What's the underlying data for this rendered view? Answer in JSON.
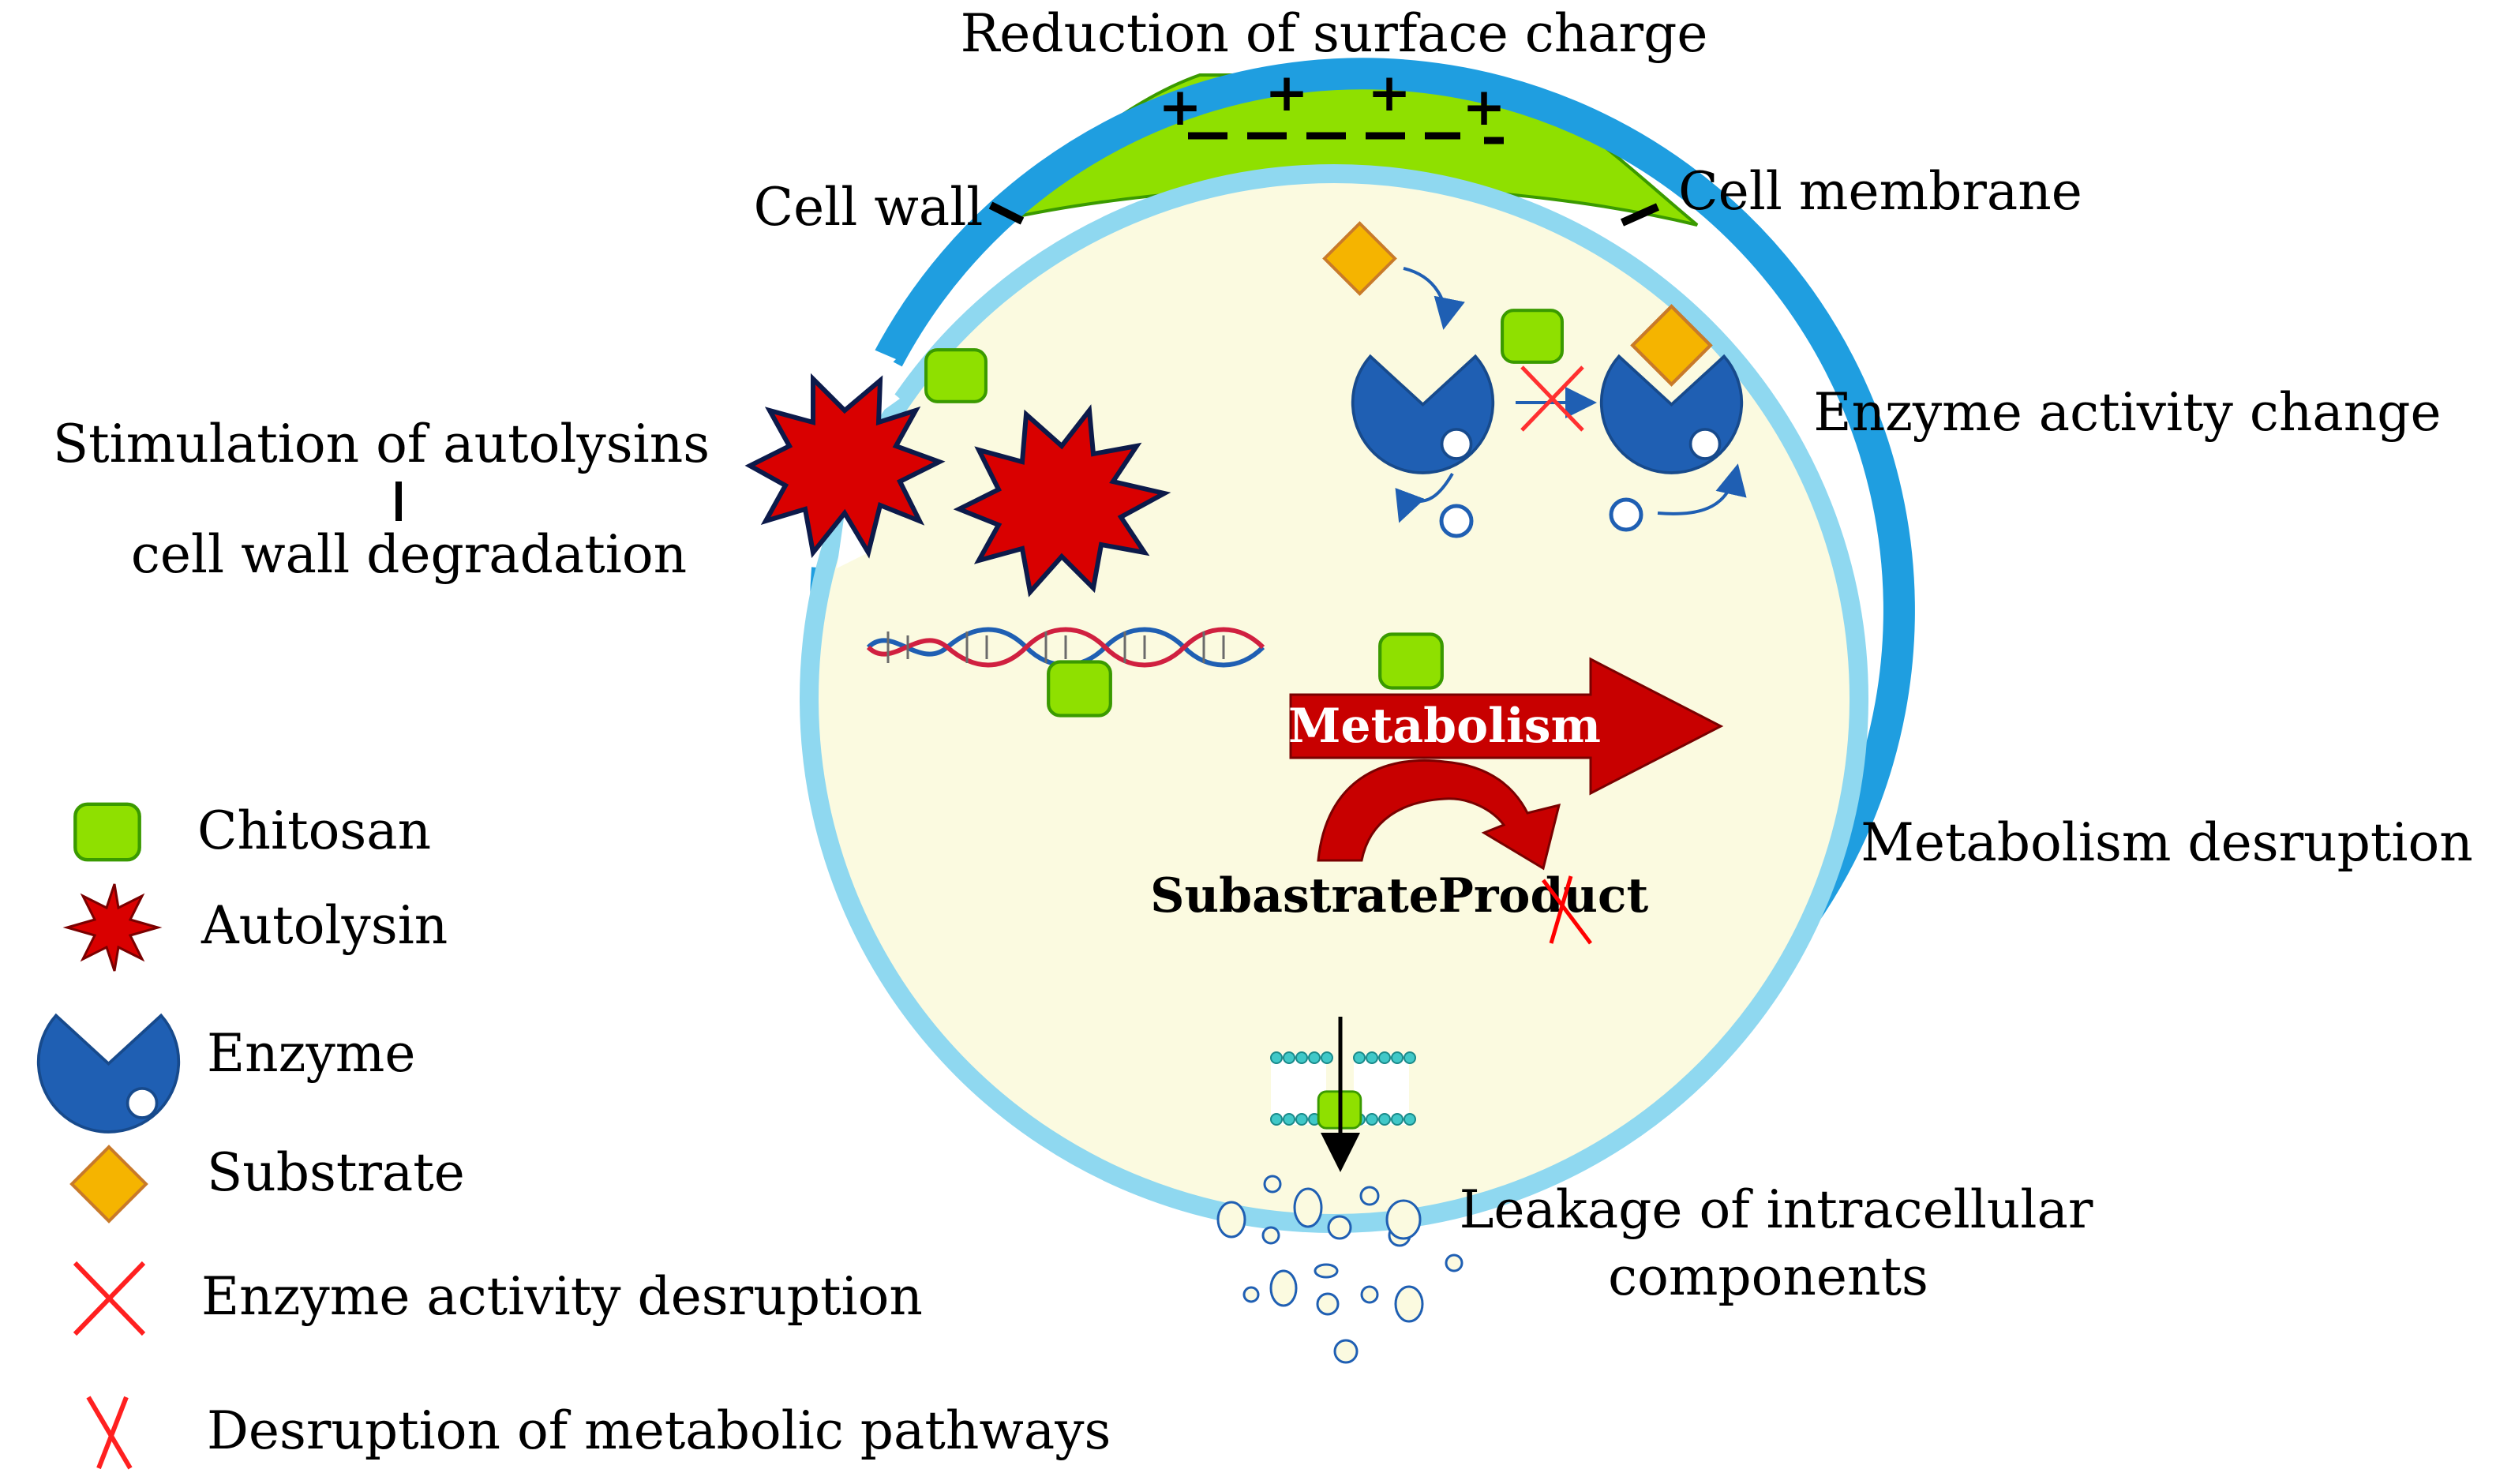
{
  "labels": {
    "surface_charge": "Reduction of surface charge",
    "cell_wall": "Cell wall",
    "cell_membrane": "Cell membrane",
    "autolysins_line1": "Stimulation of autolysins",
    "autolysins_line2": "cell wall degradation",
    "enzyme_activity": "Enzyme activity change",
    "metabolism": "Metabolism",
    "metabolism_disruption": "Metabolism desruption",
    "substrate_word": "Subastrate",
    "product_word": "Product",
    "leakage_line1": "Leakage of intracellular",
    "leakage_line2": "components"
  },
  "charges": {
    "plus": "+",
    "minus": "−"
  },
  "legend": {
    "chitosan": "Chitosan",
    "autolysin": "Autolysin",
    "enzyme": "Enzyme",
    "substrate": "Substrate",
    "enzyme_disruption": "Enzyme activity desruption",
    "pathway_disruption": "Desruption of metabolic pathways"
  },
  "colors": {
    "chitosan": "#8fe000",
    "autolysin": "#d90000",
    "enzyme": "#1f5fb3",
    "substrate": "#f5b400",
    "cell_interior": "#fbfae0",
    "wall_outer": "#1f9ee0",
    "wall_inner": "#8fd8f0",
    "disruption": "#ff0000",
    "metabolism_arrow": "#c80000"
  },
  "icons": {
    "chitosan": "rounded-square",
    "autolysin": "starburst",
    "enzyme": "pac-shape",
    "substrate": "diamond",
    "disruption": "x-mark"
  }
}
